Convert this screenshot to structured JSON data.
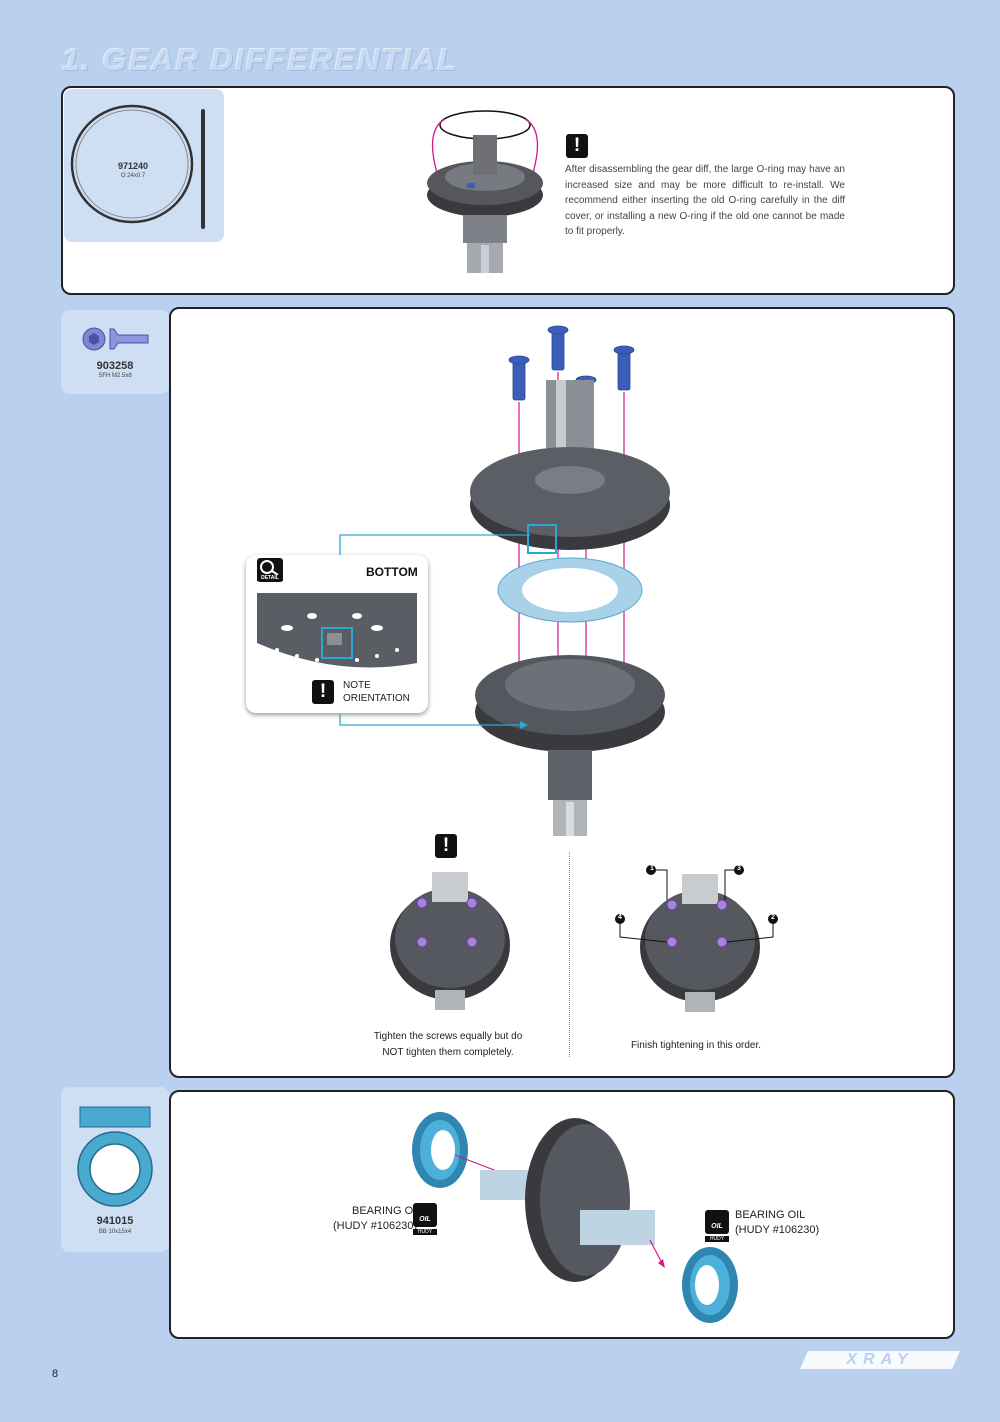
{
  "header": {
    "title": "1. GEAR DIFFERENTIAL"
  },
  "step1": {
    "part_code": "971240",
    "part_desc": "O 24x0.7",
    "note_text": "After disassembling the gear diff, the large O-ring may have an increased size and may be more difficult to re-install. We recommend either inserting the old O-ring carefully in the diff cover, or installing a new O-ring if the old one cannot be made to fit properly."
  },
  "step2": {
    "part_code": "903258",
    "part_desc": "SFH M2.5x8",
    "detail_tag": "DETAIL",
    "detail_title": "BOTTOM",
    "note_line1": "NOTE",
    "note_line2": "ORIENTATION",
    "caption_left_1": "Tighten the screws equally but do",
    "caption_left_2": "NOT tighten them completely.",
    "caption_right": "Finish tightening in this order.",
    "order_labels": [
      "1",
      "3",
      "4",
      "2"
    ]
  },
  "step3": {
    "part_code": "941015",
    "part_desc": "BB 10x15x4",
    "oil_left_1": "BEARING OIL",
    "oil_left_2": "(HUDY #106230)",
    "oil_right_1": "BEARING OIL",
    "oil_right_2": "(HUDY #106230)",
    "oil_badge": "OIL",
    "oil_brand": "HUDY"
  },
  "footer": {
    "page_number": "8",
    "brand": "XRAY"
  },
  "colors": {
    "background": "#b9d1ee",
    "accent_magenta": "#d6168c",
    "accent_cyan": "#2aa7d6",
    "part_blue": "#3b5fb8"
  }
}
